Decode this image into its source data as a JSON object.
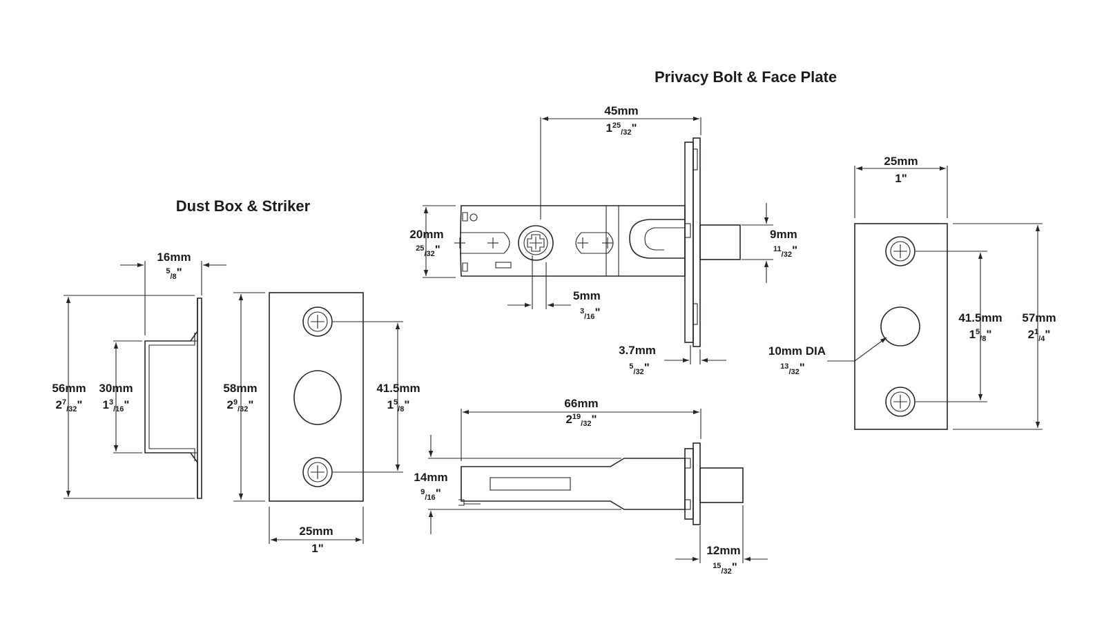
{
  "titles": {
    "privacy": "Privacy Bolt & Face Plate",
    "dust": "Dust Box & Striker"
  },
  "dims": {
    "bolt_len": {
      "mm": "45mm",
      "whole": "1",
      "num": "25",
      "den": "32",
      "mark": "\""
    },
    "bolt_height": {
      "mm": "20mm",
      "num": "25",
      "den": "32",
      "mark": "\""
    },
    "bolt_throw": {
      "mm": "9mm",
      "num": "11",
      "den": "32",
      "mark": "\""
    },
    "bolt_5mm": {
      "mm": "5mm",
      "num": "3",
      "den": "16",
      "mark": "\""
    },
    "plate_thick": {
      "mm": "3.7mm",
      "num": "5",
      "den": "32",
      "mark": "\""
    },
    "side_len": {
      "mm": "66mm",
      "whole": "2",
      "num": "19",
      "den": "32",
      "mark": "\""
    },
    "side_height": {
      "mm": "14mm",
      "num": "9",
      "den": "16",
      "mark": "\""
    },
    "side_throw": {
      "mm": "12mm",
      "num": "15",
      "den": "32",
      "mark": "\""
    },
    "face_width": {
      "mm": "25mm",
      "inch": "1\""
    },
    "face_holes": {
      "mm": "41.5mm",
      "whole": "1",
      "num": "5",
      "den": "8",
      "mark": "\""
    },
    "face_height": {
      "mm": "57mm",
      "whole": "2",
      "num": "1",
      "den": "4",
      "mark": "\""
    },
    "face_hole_dia": {
      "mm": "10mm DIA",
      "num": "13",
      "den": "32",
      "mark": "\""
    },
    "box_depth": {
      "mm": "16mm",
      "num": "5",
      "den": "8",
      "mark": "\""
    },
    "box_outer": {
      "mm": "56mm",
      "whole": "2",
      "num": "7",
      "den": "32",
      "mark": "\""
    },
    "box_inner": {
      "mm": "30mm",
      "whole": "1",
      "num": "3",
      "den": "16",
      "mark": "\""
    },
    "striker_height": {
      "mm": "58mm",
      "whole": "2",
      "num": "9",
      "den": "32",
      "mark": "\""
    },
    "striker_holes": {
      "mm": "41.5mm",
      "whole": "1",
      "num": "5",
      "den": "8",
      "mark": "\""
    },
    "striker_width": {
      "mm": "25mm",
      "inch": "1\""
    }
  }
}
